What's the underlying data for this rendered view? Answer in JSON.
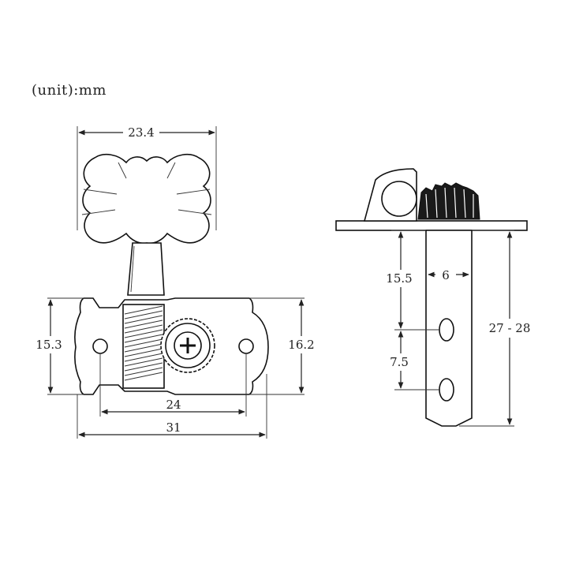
{
  "unit_label": "(unit):mm",
  "front_view": {
    "button_width": "23.4",
    "plate_height": "15.3",
    "plate_height_right": "16.2",
    "hole_spacing": "24",
    "plate_length": "31"
  },
  "side_view": {
    "post_to_first_hole": "15.5",
    "post_diameter": "6",
    "hole_spacing": "7.5",
    "post_length": "27 - 28"
  }
}
